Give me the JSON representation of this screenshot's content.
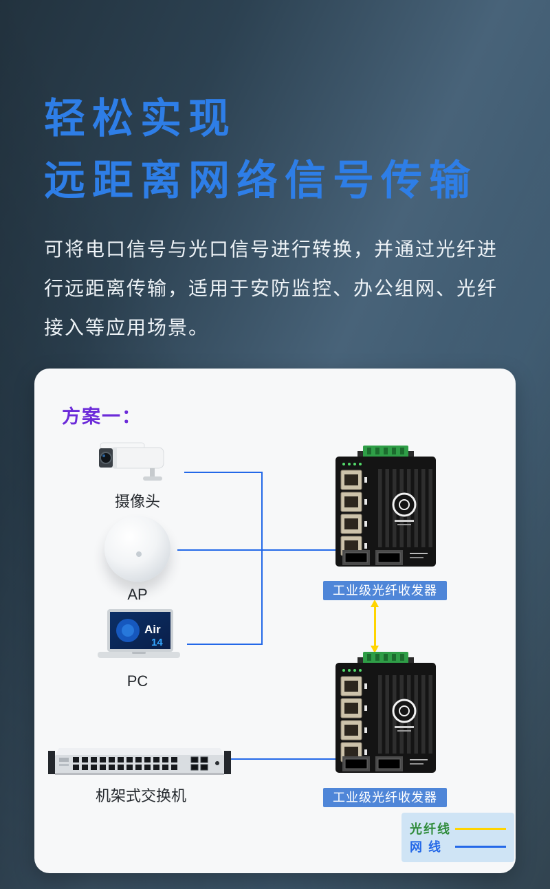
{
  "hero": {
    "title_line1": "轻松实现",
    "title_line2": "远距离网络信号传输",
    "description": "可将电口信号与光口信号进行转换，并通过光纤进行远距离传输，适用于安防监控、办公组网、光纤接入等应用场景。"
  },
  "scheme": {
    "label": "方案一："
  },
  "devices": {
    "camera_label": "摄像头",
    "ap_label": "AP",
    "pc_label": "PC",
    "pc_screen_brand": "Air",
    "pc_screen_model": "14",
    "switch_label": "机架式交换机",
    "transceiver_top_label": "工业级光纤收发器",
    "transceiver_bottom_label": "工业级光纤收发器"
  },
  "legend": {
    "fiber_label": "光纤线",
    "lan_label": "网 线"
  },
  "colors": {
    "title_blue": "#2e7ee7",
    "scheme_purple": "#6c2bd9",
    "fiber_line": "#ffd400",
    "ethernet_line": "#2368e8",
    "badge_blue": "#4f86d8",
    "legend_bg": "#cfe4f5",
    "card_bg": "#f7f8f9"
  }
}
